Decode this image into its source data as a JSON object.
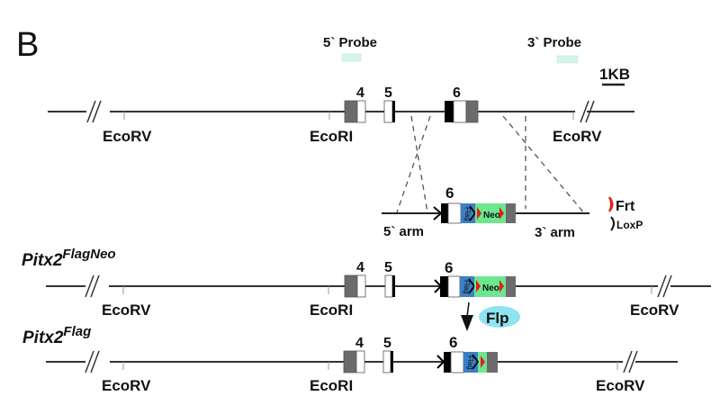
{
  "panel_label": "B",
  "probes": {
    "five_prime": "5` Probe",
    "three_prime": "3` Probe",
    "color": "#d6f3ec"
  },
  "scale_bar": "1KB",
  "exon_labels": {
    "e4": "4",
    "e5": "5",
    "e6": "6"
  },
  "sites": {
    "ecorv": "EcoRV",
    "ecori": "EcoRI"
  },
  "targeting_vector": {
    "five_arm": "5` arm",
    "three_arm": "3` arm",
    "neo": "Neo",
    "flag": "Flag"
  },
  "legend": {
    "frt": "Frt",
    "loxp": "LoxP"
  },
  "alleles": {
    "flagneo": {
      "base": "Pitx2",
      "sup": "FlagNeo"
    },
    "flag": {
      "base": "Pitx2",
      "sup": "Flag"
    }
  },
  "recombinase": "Flp",
  "colors": {
    "exon_dark": "#6b6b6b",
    "exon_black": "#000000",
    "flag": "#3b7fc4",
    "neo": "#6ee58f",
    "frt": "#e0201c",
    "flp_bubble": "#8fe3f2",
    "line": "#333333"
  }
}
